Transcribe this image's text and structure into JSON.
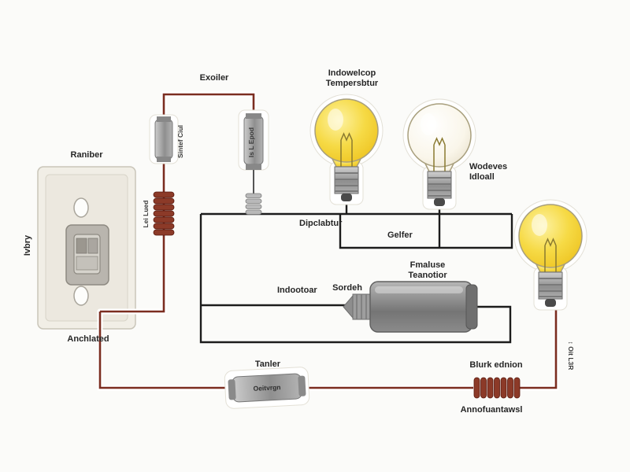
{
  "diagram": {
    "title": "hand-drawn electrical circuit sticker diagram",
    "colors": {
      "wire_red": "#7b2d20",
      "wire_black": "#1c1c1c",
      "coil_copper": "#8c3a28",
      "bulb_lit": "#f2cf2e",
      "bulb_off": "#f7f3e6",
      "metal_gray": "#9a9a9a"
    },
    "labels": {
      "switch_top": "Raniber",
      "switch_side": "Ivbry",
      "switch_bottom": "Anchlated",
      "capacitor_left_body": "Sintef Ciul",
      "coil_left": "Lei Lued",
      "capacitor_top": "Exoiler",
      "capacitor_top_body": "Is L Epod",
      "bulb1_line1": "Indowelcop",
      "bulb1_line2": "Tempersbtur",
      "bulb2_line1": "Wodeves",
      "bulb2_line2": "Idloall",
      "bus_upper": "Dipclabtur",
      "bus_mid": "Gelfer",
      "bus_lower": "Indootoar",
      "motor_line1": "Fmaluse",
      "motor_line2": "Teanotior",
      "motor_side": "Sordeh",
      "cylinder_bottom": "Tanler",
      "cylinder_bottom_body": "Oeitvrgn",
      "coil_bottom_top": "Blurk ednion",
      "coil_bottom_bottom": "Annofuantawsl",
      "right_margin": "↕ Oit L3R"
    }
  }
}
